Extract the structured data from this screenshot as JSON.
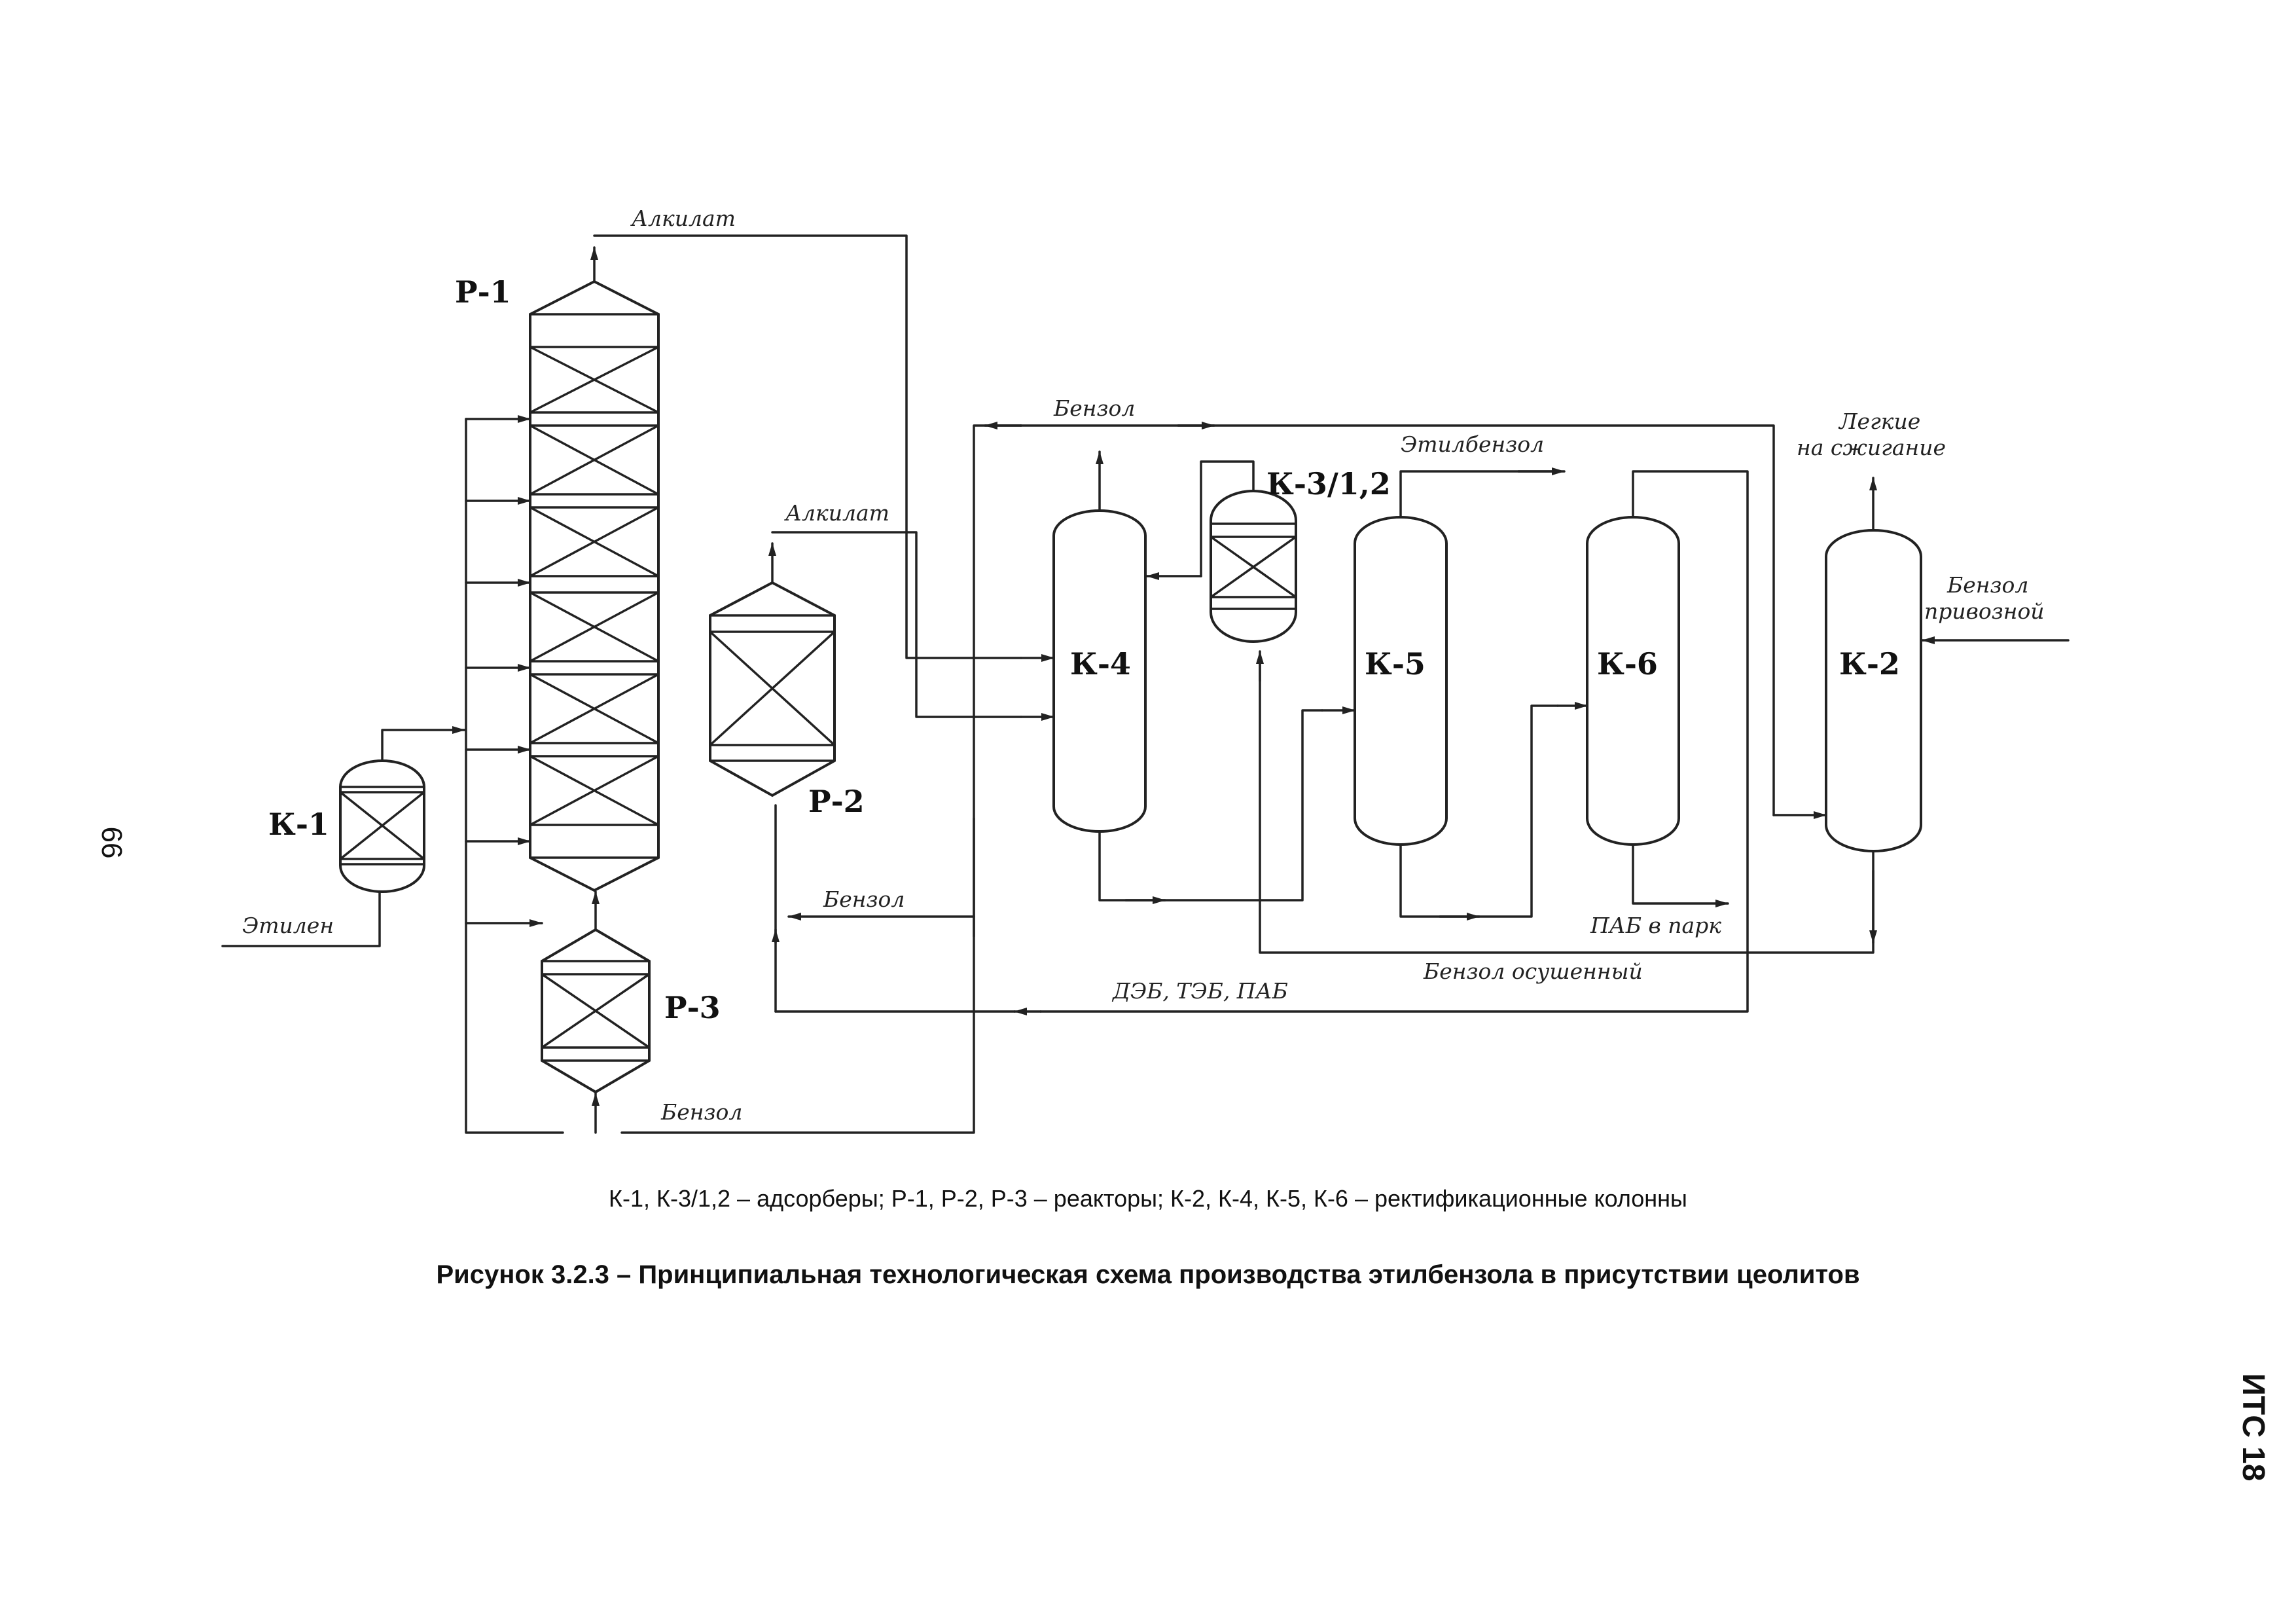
{
  "document": {
    "page_number": "66",
    "doc_code": "ИТС 18",
    "legend": "К-1, К-3/1,2 – адсорберы; Р-1, Р-2, Р-3 – реакторы; К-2, К-4, К-5, К-6 – ректификационные колонны",
    "caption": "Рисунок 3.2.3 – Принципиальная технологическая схема производства этилбензола в присутствии цеолитов"
  },
  "units": {
    "p1": "Р-1",
    "p2": "Р-2",
    "p3": "Р-3",
    "k1": "К-1",
    "k2": "К-2",
    "k3": "К-3/1,2",
    "k4": "К-4",
    "k5": "К-5",
    "k6": "К-6"
  },
  "streams": {
    "alkylate_top": "Алкилат",
    "alkylate_p2": "Алкилат",
    "benzene_top": "Бензол",
    "ethylbenzene": "Этилбензол",
    "light_line1": "Легкие",
    "light_line2": "на сжигание",
    "benzene_import_line1": "Бензол",
    "benzene_import_line2": "привозной",
    "ethylene": "Этилен",
    "benzene_p2": "Бензол",
    "pab_park": "ПАБ в парк",
    "benzene_dried": "Бензол осушенный",
    "deb_teb_pab": "ДЭБ, ТЭБ, ПАБ",
    "benzene_bottom": "Бензол"
  }
}
